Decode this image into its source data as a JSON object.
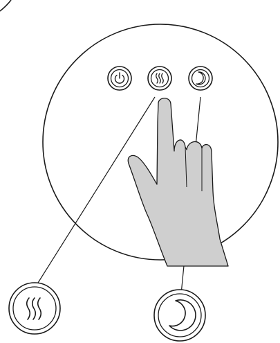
{
  "diagram": {
    "panel": "control-panel-circle",
    "buttons": [
      {
        "id": "power",
        "icon": "power-icon"
      },
      {
        "id": "heat",
        "icon": "heat-waves-icon"
      },
      {
        "id": "night",
        "icon": "crescent-moon-icon"
      }
    ],
    "callouts": [
      {
        "for": "heat",
        "icon": "heat-waves-icon"
      },
      {
        "for": "night",
        "icon": "crescent-moon-icon"
      }
    ],
    "pointer": "pressing-hand",
    "colors": {
      "stroke": "#1a1a1a",
      "hand_fill": "#cfcfcf",
      "background": "#ffffff"
    }
  }
}
